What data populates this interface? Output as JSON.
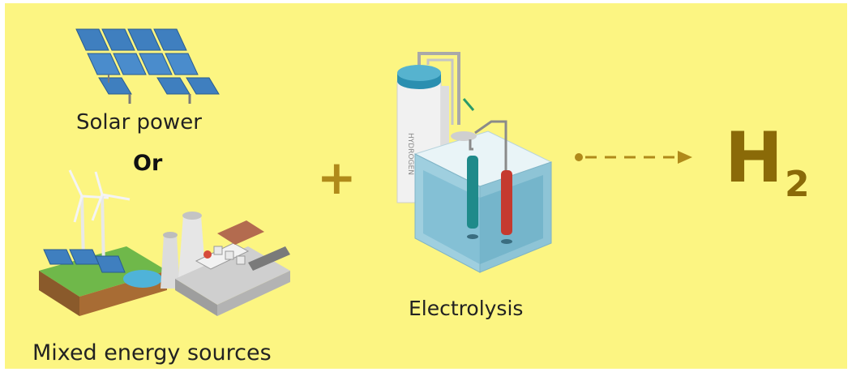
{
  "labels": {
    "solar": "Solar power",
    "or": "Or",
    "mixed": "Mixed energy sources",
    "electrolysis": "Electrolysis",
    "plus": "+",
    "product_symbol": "H",
    "product_subscript": "2",
    "tank_text": "HYDROGEN"
  },
  "colors": {
    "background": "#fcf582",
    "accent": "#b08a1a",
    "product": "#8a6a08",
    "water": "#8ec9dc",
    "electrode_left": "#1f8a8a",
    "electrode_right": "#c53a2f",
    "solar_panel": "#3f7fbf"
  },
  "icons": [
    "solar-panel-array-icon",
    "wind-turbine-icon",
    "power-plant-icon",
    "electrolyzer-icon",
    "hydrogen-tank-icon",
    "arrow-right-icon"
  ]
}
